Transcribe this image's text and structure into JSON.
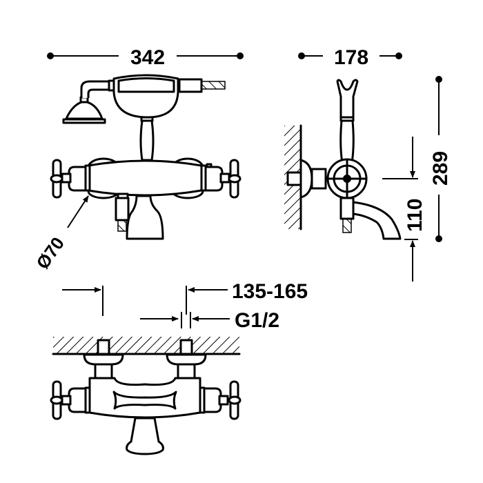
{
  "drawing": {
    "title": "Bath-shower mixer dimension drawing",
    "views": [
      "front",
      "side",
      "top"
    ],
    "colors": {
      "line": "#000000",
      "background": "#ffffff"
    }
  },
  "dimensions": {
    "overall_width": "342",
    "depth": "178",
    "overall_height": "289",
    "spout_height": "110",
    "body_diameter": "Ø70",
    "centres_range": "135-165",
    "connection_thread": "G1/2"
  }
}
